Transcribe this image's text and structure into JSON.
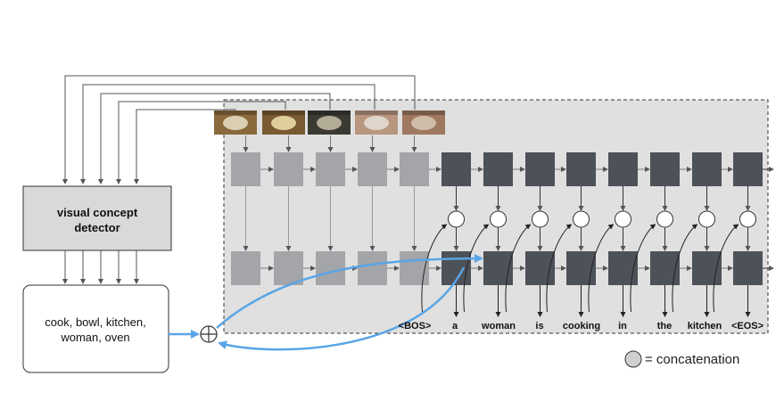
{
  "detector": {
    "label_line1": "visual concept",
    "label_line2": "detector"
  },
  "concepts": {
    "line1": "cook, bowl, kitchen,",
    "line2": "woman, oven"
  },
  "words": [
    "<BOS>",
    "a",
    "woman",
    "is",
    "cooking",
    "in",
    "the",
    "kitchen",
    "<EOS>"
  ],
  "legend": {
    "text": "= concatenation"
  },
  "frames": [
    {
      "name": "frame-bowl-1",
      "bg": "#8a6a3c",
      "fg": "#e8e0c8"
    },
    {
      "name": "frame-bowl-2",
      "bg": "#7a5a30",
      "fg": "#f0e4b0"
    },
    {
      "name": "frame-kitchen-people",
      "bg": "#3a3a32",
      "fg": "#c8c0a8"
    },
    {
      "name": "frame-hands-cutting",
      "bg": "#b89680",
      "fg": "#e6e0d8"
    },
    {
      "name": "frame-hands-plate",
      "bg": "#a07860",
      "fg": "#d8c8b8"
    }
  ],
  "colors": {
    "encoder_cell": "#a3a5a8",
    "decoder_cell": "#4d5158",
    "panel": "#e0e0e0",
    "arrow_blue": "#5aa5e6",
    "line": "#555555"
  }
}
